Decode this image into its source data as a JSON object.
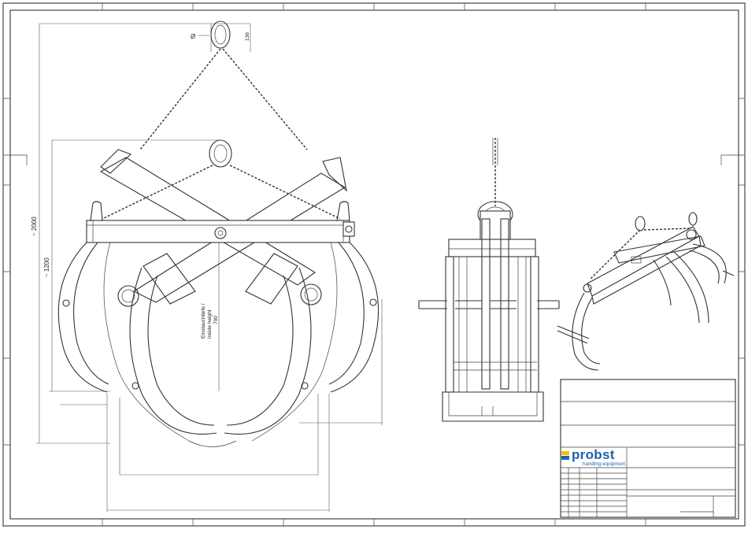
{
  "drawing": {
    "labels": {
      "dia_symbol": "Ø",
      "eye_height": "136",
      "overall_height": "~ 2000",
      "frame_height": "~ 1200",
      "inside_height_de": "Einstauchtiefe /",
      "inside_height_en": "inside height",
      "inside_height_value": "700"
    }
  },
  "title_block": {
    "brand": "probst",
    "tagline": "handling equipment",
    "brand_color": "#1d62ad",
    "accent_color": "#f2c500"
  }
}
